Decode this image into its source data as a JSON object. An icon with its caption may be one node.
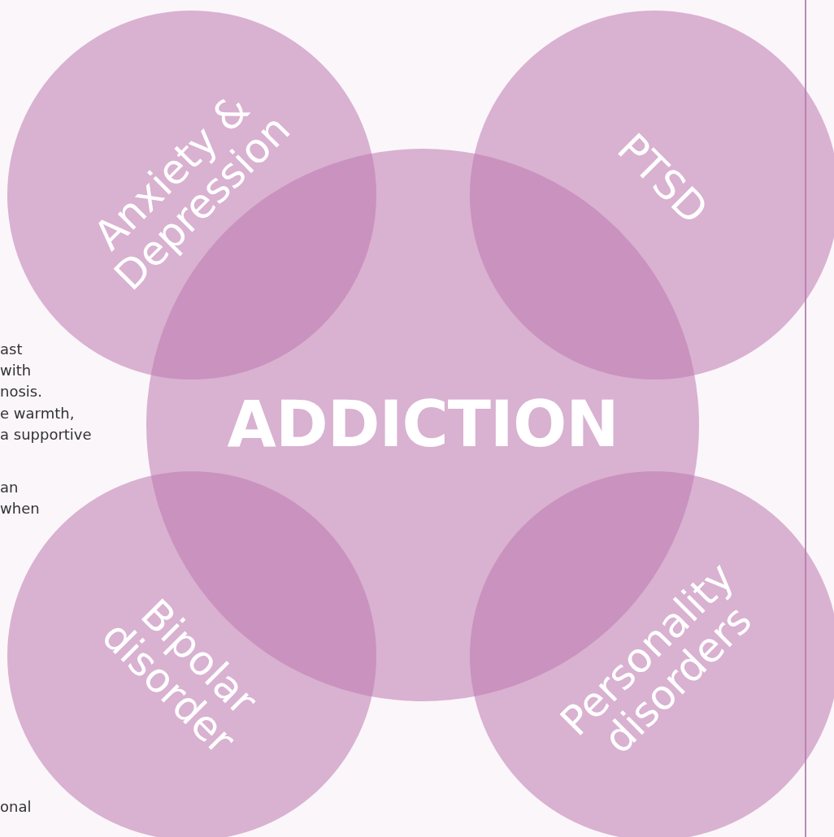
{
  "diagram": {
    "nodes": [
      {
        "text": [
          "Anxiety & Depression"
        ]
      },
      {
        "text": [
          "PTSD"
        ]
      },
      {
        "text": [
          "ADDICTION"
        ]
      },
      {
        "text": [
          "Bipolar disorder"
        ]
      },
      {
        "text": [
          "Personality disorders"
        ]
      }
    ],
    "labels": [
      "ast",
      "with",
      "nosis.",
      "e warmth,",
      "a supportive",
      "an",
      "when",
      "onal"
    ]
  }
}
